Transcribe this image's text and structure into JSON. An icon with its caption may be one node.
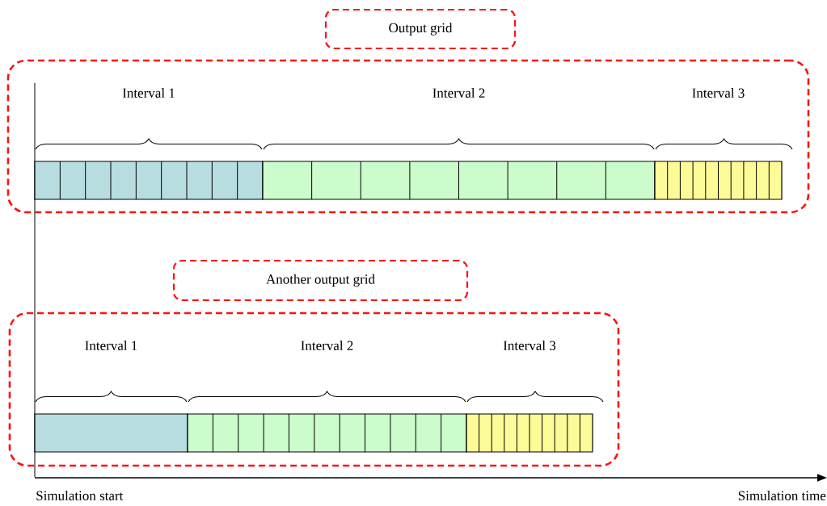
{
  "diagram": {
    "nodes": [
      {
        "text": [
          "Output grid"
        ]
      },
      {
        "text": [],
        "shape": "box"
      },
      {
        "text": [],
        "shape": "bar",
        "in": 1
      },
      {
        "text": [],
        "shape": "bar",
        "in": 1
      },
      {
        "text": [],
        "shape": "bar",
        "in": 1
      },
      {
        "text": [
          "Another output grid"
        ]
      },
      {
        "text": [],
        "shape": "box"
      },
      {
        "text": [],
        "shape": "bar",
        "in": 6
      },
      {
        "text": [],
        "shape": "bar",
        "in": 6
      },
      {
        "text": [],
        "shape": "bar",
        "in": 6
      }
    ],
    "labels": [
      "Interval 1",
      "Interval 2",
      "Interval 3",
      "Interval 1",
      "Interval 2",
      "Interval 3",
      "Simulation start",
      "Simulation time"
    ]
  }
}
